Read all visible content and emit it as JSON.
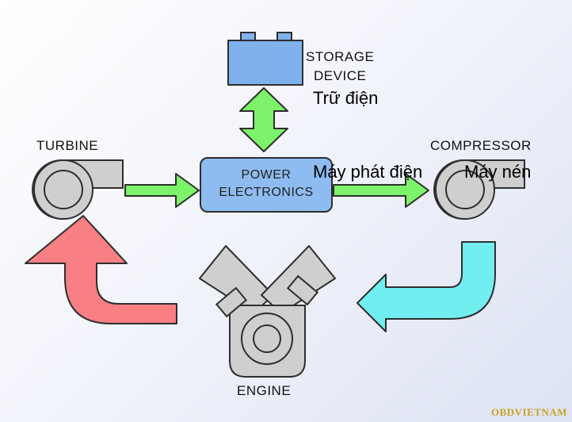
{
  "labels": {
    "storage_line1": "STORAGE",
    "storage_line2": "DEVICE",
    "storage_vi": "Trữ điện",
    "turbine": "TURBINE",
    "compressor": "COMPRESSOR",
    "power_line1": "POWER",
    "power_line2": "ELECTRONICS",
    "generator_vi": "Máy phát điện",
    "compressor_vi": "Máy nén",
    "engine": "ENGINE"
  },
  "watermark": "OBDVIETNAM",
  "colors": {
    "battery": "#7fb2ec",
    "power_box": "#8ebcf0",
    "green_arrow": "#7cf36a",
    "red_arrow": "#f87f83",
    "cyan_arrow": "#72eef1",
    "component_gray": "#cfcfcf",
    "outline": "#2e2e2e"
  }
}
